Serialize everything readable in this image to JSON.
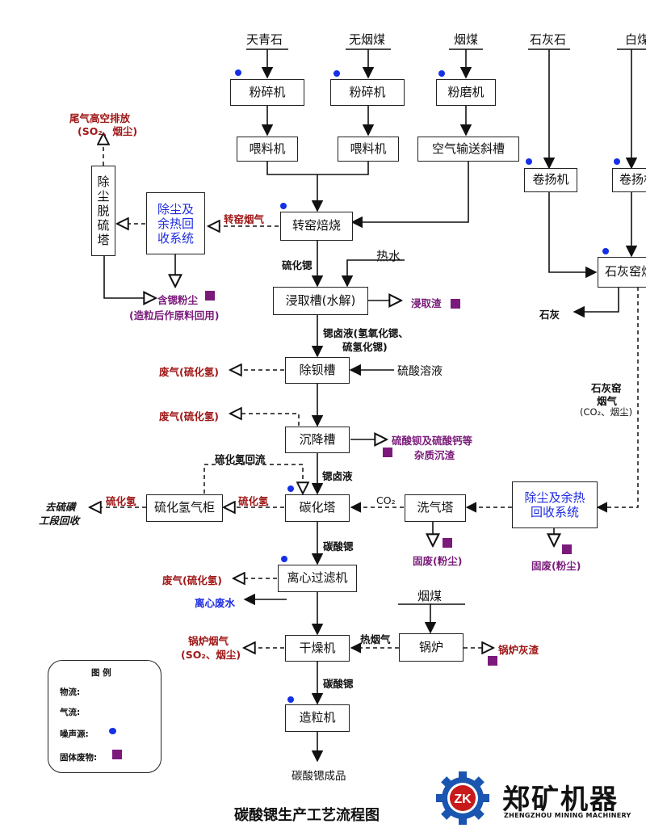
{
  "raw": {
    "limestone_raw": "天青石",
    "anthracite": "无烟煤",
    "coal": "烟煤",
    "limestone": "石灰石",
    "dolomite": "白煤",
    "hot_water": "热水",
    "boiler_coal": "烟煤",
    "product": "碳酸锶成品"
  },
  "boxes": {
    "crusher1": "粉碎机",
    "crusher2": "粉碎机",
    "grinder": "粉磨机",
    "feeder1": "喂料机",
    "feeder2": "喂料机",
    "air_chute": "空气输送斜槽",
    "hoist1": "卷扬机",
    "hoist2": "卷扬机",
    "lime_kiln": "石灰窑炉",
    "rotary_kiln": "转窑焙烧",
    "dust_recovery": [
      "除尘及",
      "余热回",
      "收系统"
    ],
    "desulf_tower": [
      "除",
      "尘",
      "脱",
      "硫",
      "塔"
    ],
    "leach_tank": "浸取槽(水解)",
    "barium_tank": "除钡槽",
    "settling_tank": "沉降槽",
    "carbonation_tower": "碳化塔",
    "h2s_holder": "硫化氢气柜",
    "wash_tower": "洗气塔",
    "dust_recovery2": [
      "除尘及余热",
      "回收系统"
    ],
    "centrifuge": "离心过滤机",
    "dryer": "干燥机",
    "boiler": "锅炉",
    "granulator": "造粒机"
  },
  "labels": {
    "tail_gas": "尾气高空排放",
    "tail_gas_sub": "(SO₂、烟尘)",
    "kiln_gas": "转窑烟气",
    "sr_sulfide": "硫化锶",
    "sr_dust": "含锶粉尘",
    "sr_dust_sub": "(造粒后作原料回用)",
    "leach_residue": "浸取渣",
    "lime": "石灰",
    "brine1": "锶卤液(氢氧化锶、",
    "brine2": "硫氢化锶)",
    "waste_gas1": "废气(硫化氢)",
    "sulfuric_acid": "硫酸溶液",
    "waste_gas2": "废气(硫化氢)",
    "impurity1": "硫酸钡及硫酸钙等",
    "impurity2": "杂质沉渣",
    "kiln_flue1": "石灰窑",
    "kiln_flue2": "烟气",
    "kiln_flue3": "(CO₂、烟尘)",
    "h2s_return": "硫化氢回流",
    "sr_brine": "锶卤液",
    "h2s_a": "硫化氢",
    "h2s_b": "硫化氢",
    "to_sulfur1": "去硫磺",
    "to_sulfur2": "工段回收",
    "co2": "CO₂",
    "solid_waste1": "固废(粉尘)",
    "solid_waste2": "固废(粉尘)",
    "sr_carbonate1": "碳酸锶",
    "waste_gas3": "废气(硫化氢)",
    "centrifuge_water": "离心废水",
    "boiler_flue1": "锅炉烟气",
    "boiler_flue2": "(SO₂、烟尘)",
    "hot_flue": "热烟气",
    "boiler_slag": "锅炉灰渣",
    "sr_carbonate2": "碳酸锶"
  },
  "legend": {
    "title": "图 例",
    "material_flow": "物流:",
    "gas_flow": "气流:",
    "noise_source": "噪声源:",
    "solid_waste": "固体废物:"
  },
  "colors": {
    "noise_dot": "#1430e8",
    "solid_waste_square": "#7b1a7b",
    "gas_label_red": "#a01818",
    "waste_purple": "#7a1b7a",
    "system_blue": "#1d2be0"
  },
  "title": "碳酸锶生产工艺流程图",
  "logo": {
    "icon_letters": "ZK",
    "name": "郑矿机器",
    "subtitle": "ZHENGZHOU MINING MACHINERY"
  }
}
